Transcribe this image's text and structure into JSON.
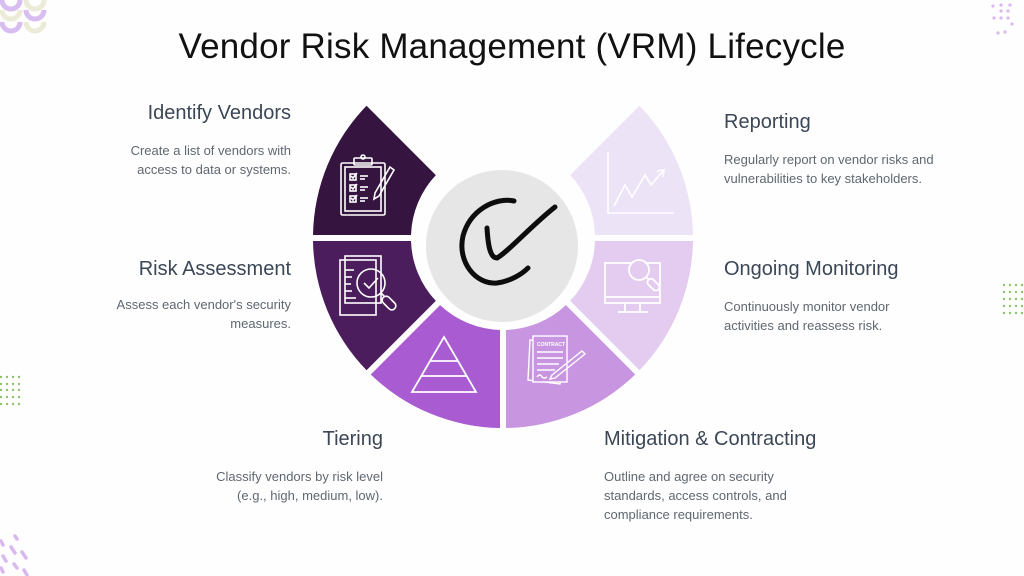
{
  "title": "Vendor Risk Management (VRM) Lifecycle",
  "center": {
    "icon": "hand-drawn-checkmark-icon",
    "fill": "#e6e6e6"
  },
  "stages": [
    {
      "id": "identify",
      "title": "Identify Vendors",
      "description_lines": [
        "Create a list of vendors with",
        "access to data or systems."
      ],
      "icon": "clipboard-checklist-icon",
      "color": "#35143f"
    },
    {
      "id": "assess",
      "title": "Risk Assessment",
      "description_lines": [
        "Assess each vendor's security",
        "measures."
      ],
      "icon": "document-magnifier-icon",
      "color": "#4c1d5c"
    },
    {
      "id": "tiering",
      "title": "Tiering",
      "description_lines": [
        "Classify vendors by risk level",
        "(e.g., high, medium, low)."
      ],
      "icon": "pyramid-icon",
      "color": "#a95bd1"
    },
    {
      "id": "mitigation",
      "title": "Mitigation & Contracting",
      "description_lines": [
        "Outline and agree on security",
        "standards, access controls, and",
        "compliance requirements."
      ],
      "icon": "contract-pen-icon",
      "contract_label": "CONTRACT",
      "color": "#c895e0"
    },
    {
      "id": "monitoring",
      "title": "Ongoing Monitoring",
      "description_lines": [
        "Continuously monitor vendor",
        "activities and reassess risk."
      ],
      "icon": "monitor-search-icon",
      "color": "#e4ccf0"
    },
    {
      "id": "reporting",
      "title": "Reporting",
      "description_lines": [
        "Regularly report on vendor risks and",
        "vulnerabilities to key stakeholders."
      ],
      "icon": "line-chart-icon",
      "color": "#ede3f6"
    }
  ]
}
